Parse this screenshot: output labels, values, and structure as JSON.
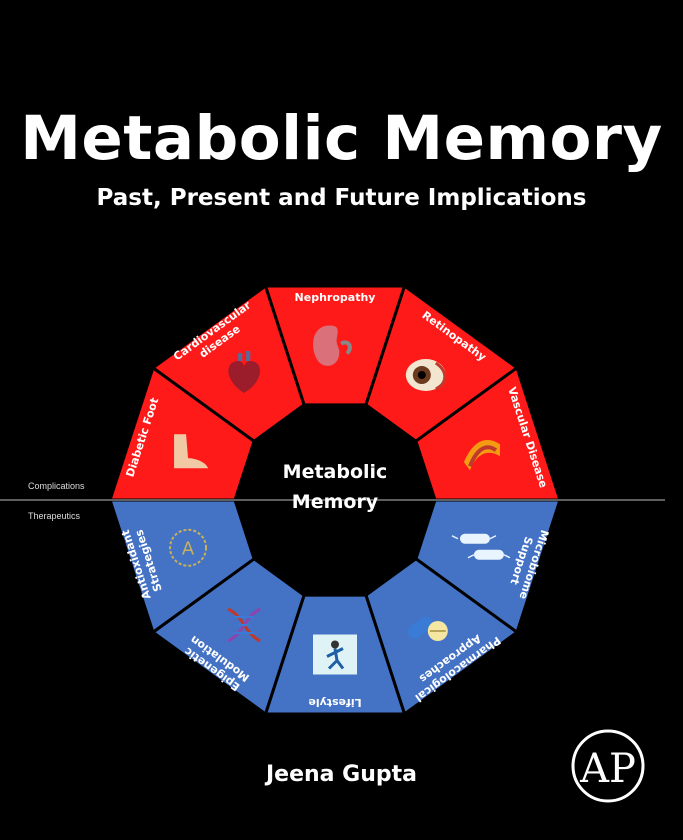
{
  "cover": {
    "title": "Metabolic Memory",
    "subtitle": "Past, Present and Future Implications",
    "author": "Jeena Gupta",
    "publisher_logo": "AP"
  },
  "diagram": {
    "center_label_line1": "Metabolic",
    "center_label_line2": "Memory",
    "top_group_label": "Complications",
    "bottom_group_label": "Therapeutics",
    "colors": {
      "complications": "#ff1a1a",
      "therapeutics": "#4472c4",
      "background": "#000000",
      "divider": "#bbbbbb"
    },
    "segments": [
      {
        "label_lines": [
          "Nephropathy"
        ],
        "group": "complications",
        "icon": "kidney-icon"
      },
      {
        "label_lines": [
          "Retinopathy"
        ],
        "group": "complications",
        "icon": "eye-icon"
      },
      {
        "label_lines": [
          "Vascular Disease"
        ],
        "group": "complications",
        "icon": "blood-vessel-icon"
      },
      {
        "label_lines": [
          "Microbiome",
          "Support"
        ],
        "group": "therapeutics",
        "icon": "bacteria-icon"
      },
      {
        "label_lines": [
          "Pharmacological",
          "Approaches"
        ],
        "group": "therapeutics",
        "icon": "capsule-icon"
      },
      {
        "label_lines": [
          "Lifestyle"
        ],
        "group": "therapeutics",
        "icon": "exercise-icon"
      },
      {
        "label_lines": [
          "Epigenetic",
          "Modulation"
        ],
        "group": "therapeutics",
        "icon": "dna-icon"
      },
      {
        "label_lines": [
          "Antioxidant",
          "Strategies"
        ],
        "group": "therapeutics",
        "icon": "antioxidant-icon"
      },
      {
        "label_lines": [
          "Diabetic Foot"
        ],
        "group": "complications",
        "icon": "foot-icon"
      },
      {
        "label_lines": [
          "Cardiovascular",
          "disease"
        ],
        "group": "complications",
        "icon": "heart-icon"
      }
    ]
  }
}
